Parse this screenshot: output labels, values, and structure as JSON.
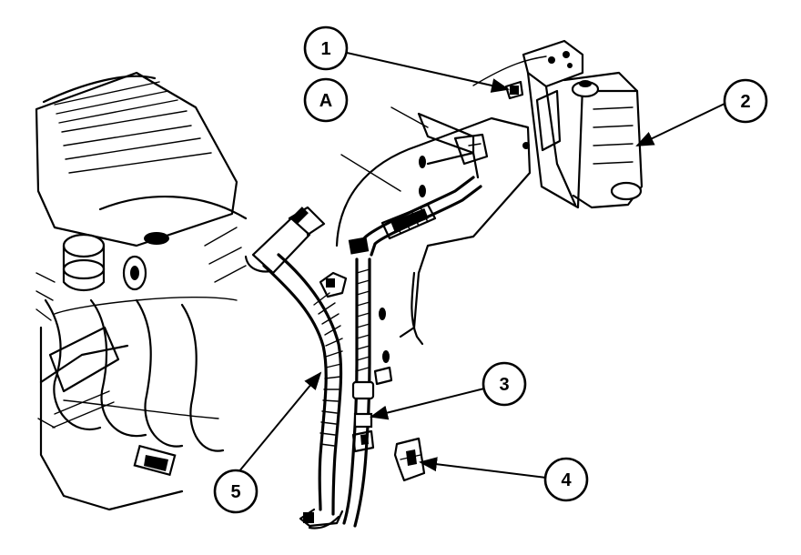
{
  "callouts": [
    {
      "id": "1",
      "label": "1"
    },
    {
      "id": "A",
      "label": "A"
    },
    {
      "id": "2",
      "label": "2"
    },
    {
      "id": "3",
      "label": "3"
    },
    {
      "id": "4",
      "label": "4"
    },
    {
      "id": "5",
      "label": "5"
    }
  ]
}
